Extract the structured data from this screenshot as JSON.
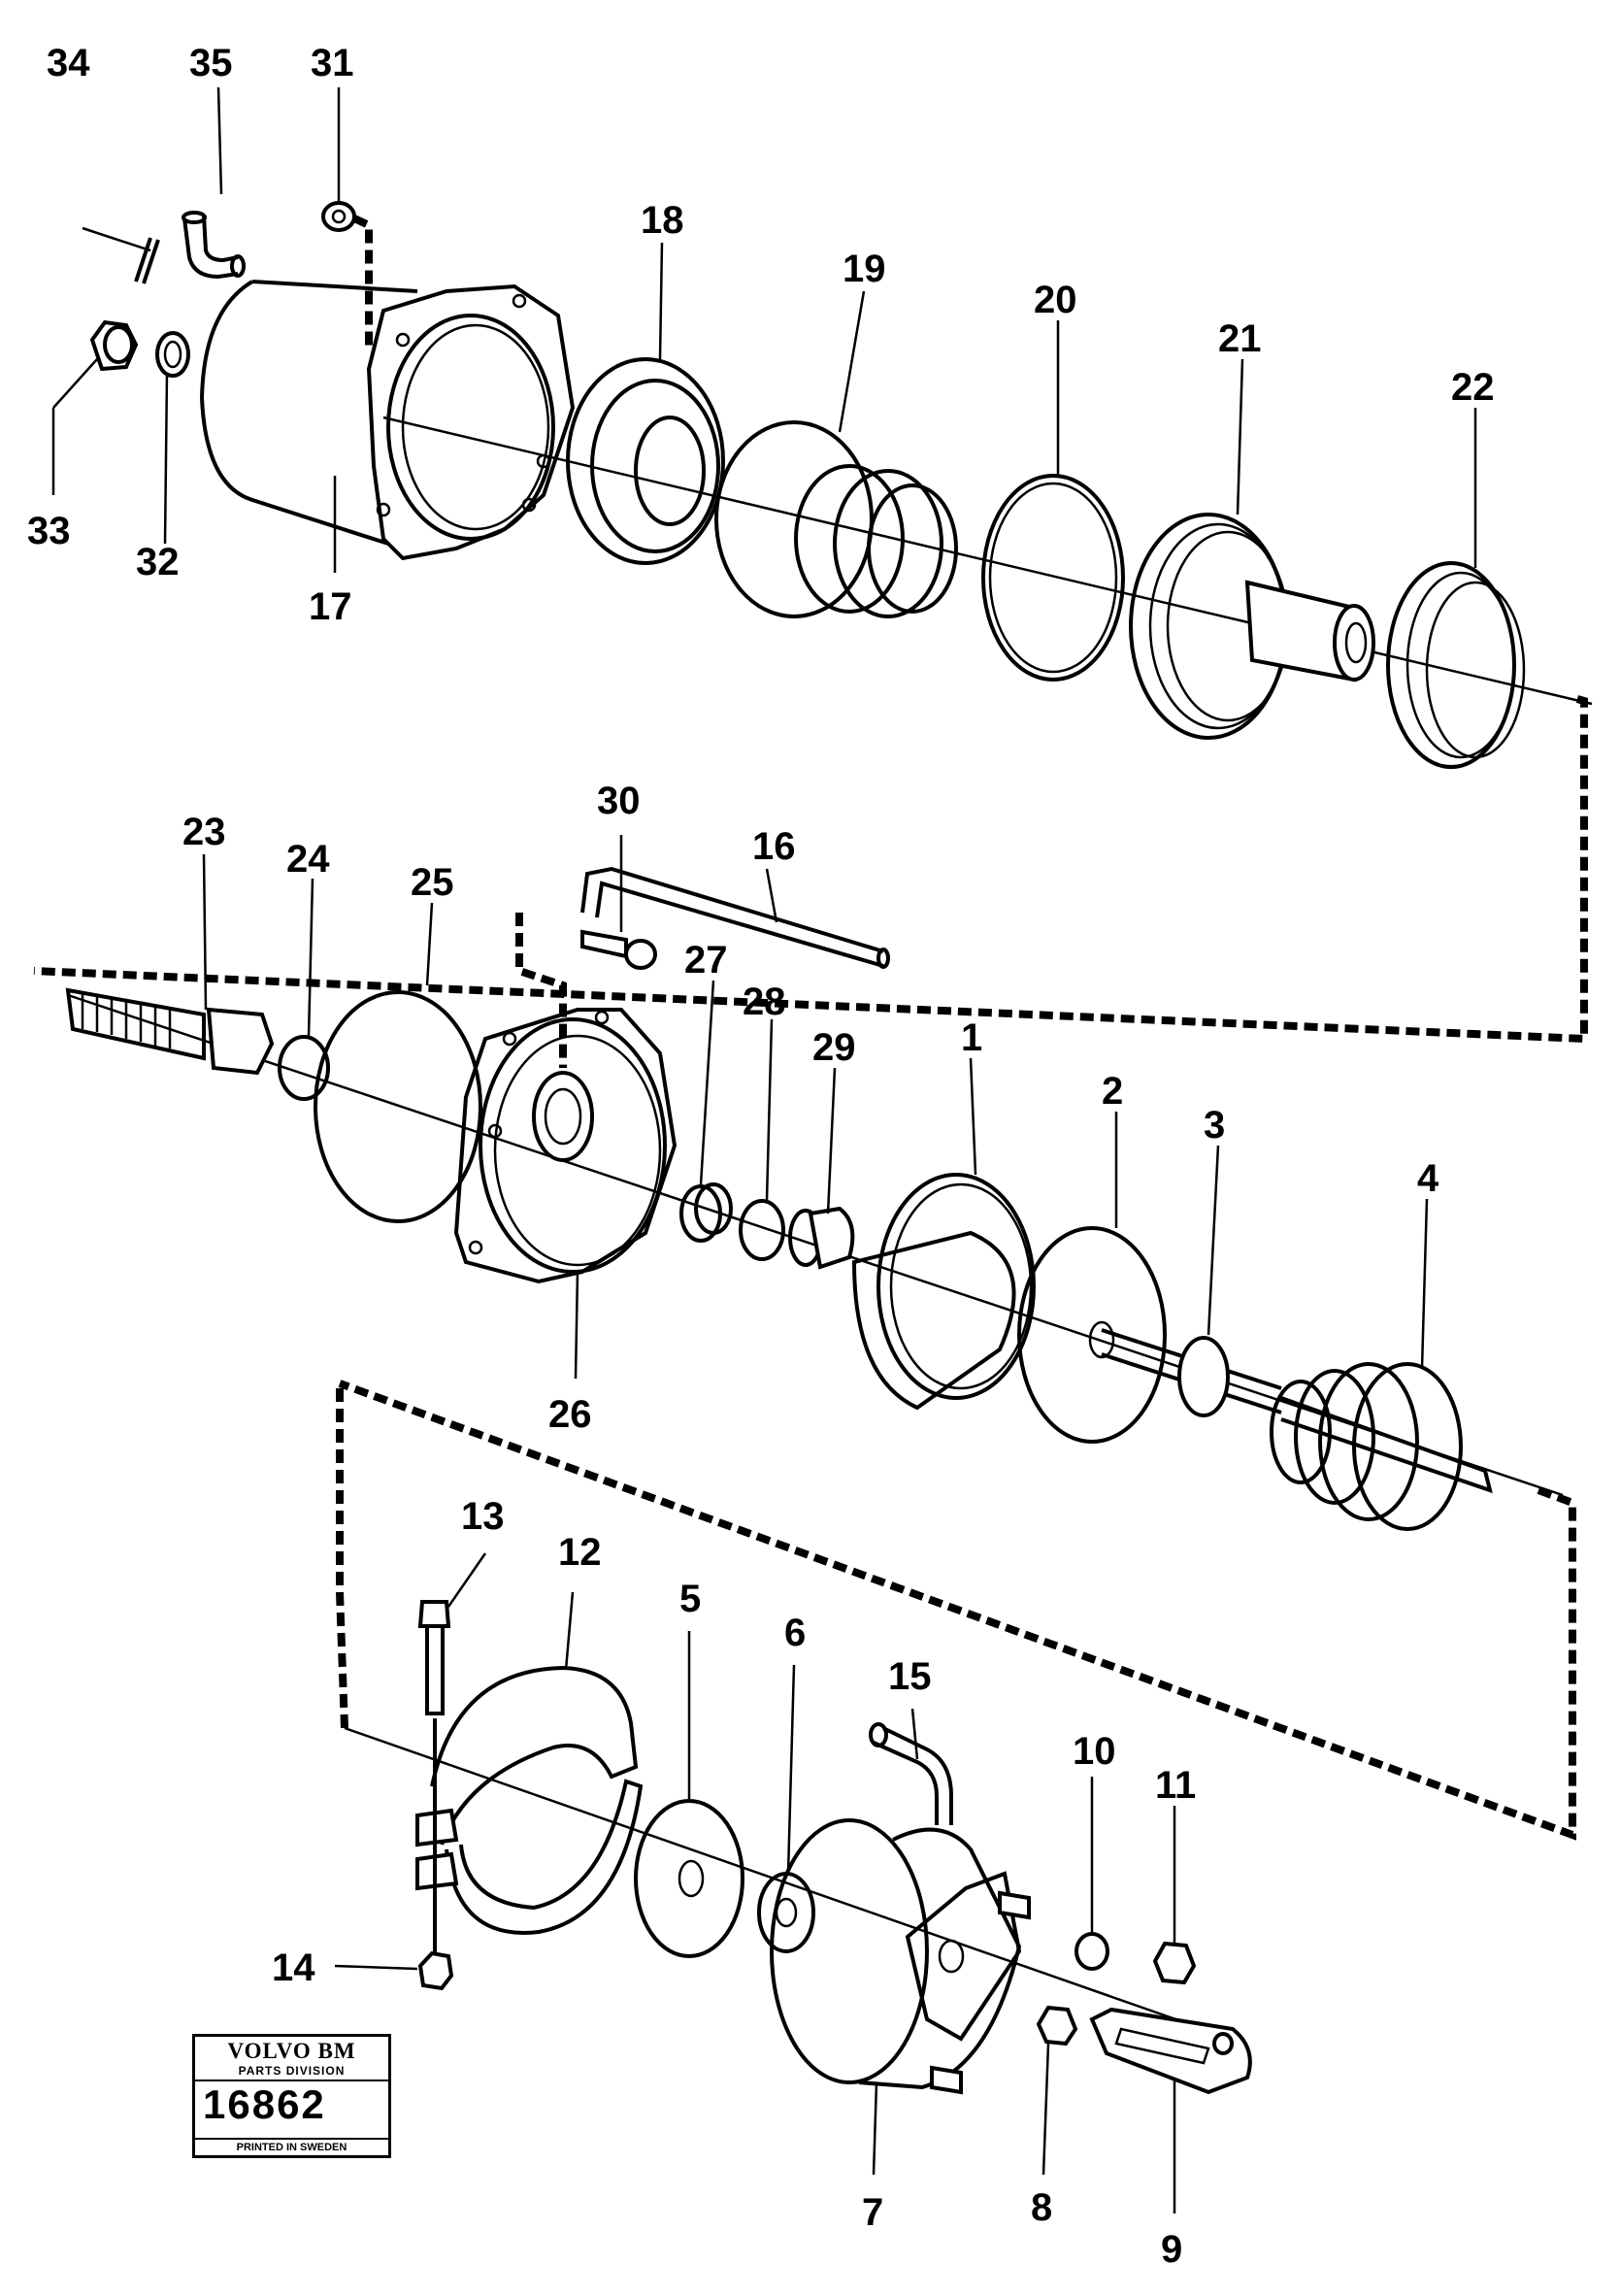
{
  "callouts": {
    "c1": "1",
    "c2": "2",
    "c3": "3",
    "c4": "4",
    "c5": "5",
    "c6": "6",
    "c7": "7",
    "c8": "8",
    "c9": "9",
    "c10": "10",
    "c11": "11",
    "c12": "12",
    "c13": "13",
    "c14": "14",
    "c15": "15",
    "c16": "16",
    "c17": "17",
    "c18": "18",
    "c19": "19",
    "c20": "20",
    "c21": "21",
    "c22": "22",
    "c23": "23",
    "c24": "24",
    "c25": "25",
    "c26": "26",
    "c27": "27",
    "c28": "28",
    "c29": "29",
    "c30": "30",
    "c31": "31",
    "c32": "32",
    "c33": "33",
    "c34": "34",
    "c35": "35"
  },
  "stamp": {
    "brand": "VOLVO BM",
    "division": "PARTS DIVISION",
    "number": "16862",
    "footer": "PRINTED IN SWEDEN"
  }
}
